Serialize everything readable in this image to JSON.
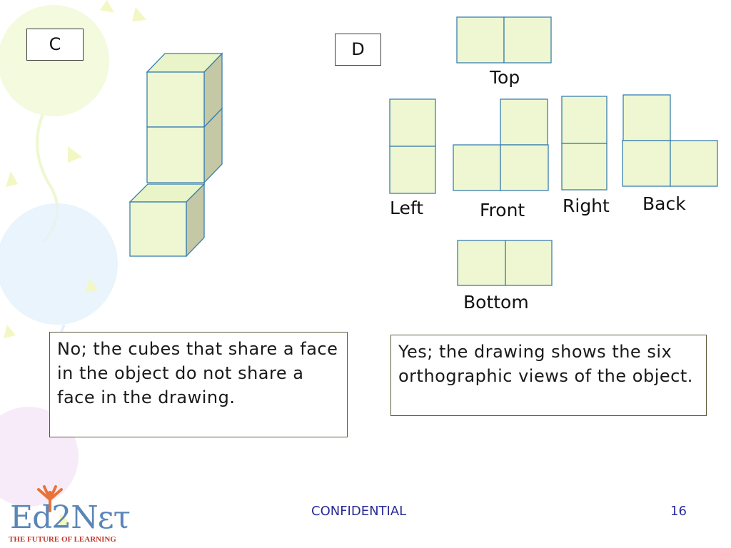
{
  "slide": {
    "label_c": "C",
    "label_d": "D",
    "views": {
      "top": "Top",
      "left": "Left",
      "front": "Front",
      "right": "Right",
      "back": "Back",
      "bottom": "Bottom"
    },
    "answer_c": "No; the cubes that share a face in the object do not share a face in the drawing.",
    "answer_d": "Yes; the drawing shows the six orthographic views of the object."
  },
  "footer": {
    "confidential": "CONFIDENTIAL",
    "page_number": "16"
  },
  "logo": {
    "text": "Ed2Nετ",
    "tagline": "THE FUTURE OF LEARNING"
  },
  "colors": {
    "cube_face": "#eef7d1",
    "cube_side": "#c4c8a4",
    "cube_edge": "#3a7fb0"
  }
}
